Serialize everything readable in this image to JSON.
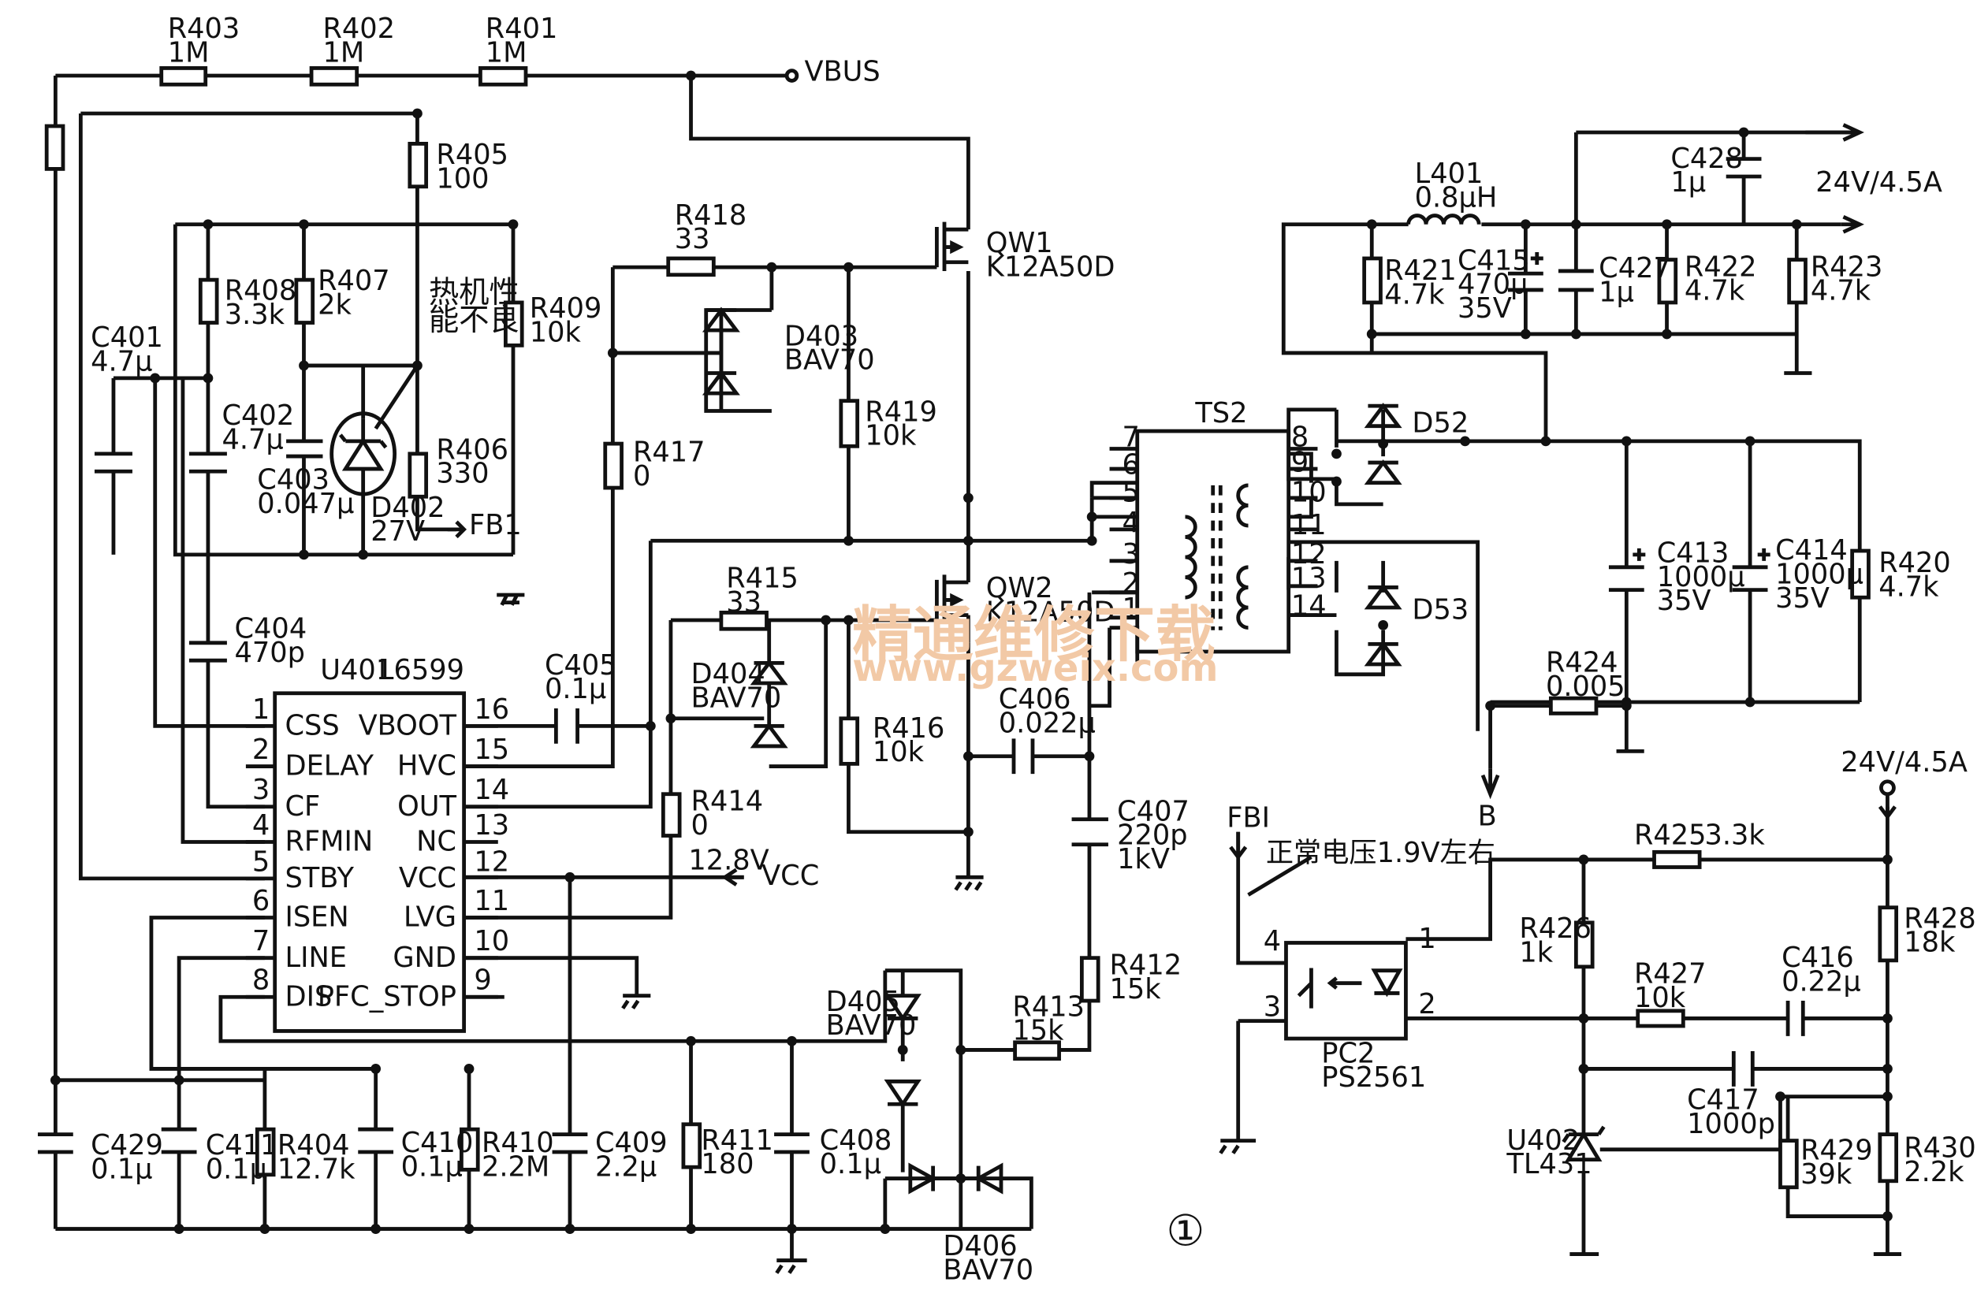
{
  "figure_number": "①",
  "watermark": {
    "cn": "精通维修下载",
    "url": "www.gzweix.com"
  },
  "annotations": {
    "hot_fault": [
      "热机性",
      "能不良"
    ],
    "normal_voltage": "正常电压1.9V左右",
    "vbus": "VBUS",
    "vcc": "VCC",
    "vcc_voltage": "12.8V",
    "fb1_left": "FB1",
    "fb1_right": "FBI",
    "output_top": "24V/4.5A",
    "output_right": "24V/4.5A",
    "node_b": "B"
  },
  "ic": {
    "ref": "U401",
    "part": "L6599",
    "left_pins": [
      {
        "num": "1",
        "name": "CSS"
      },
      {
        "num": "2",
        "name": "DELAY"
      },
      {
        "num": "3",
        "name": "CF"
      },
      {
        "num": "4",
        "name": "RFMIN"
      },
      {
        "num": "5",
        "name": "STBY"
      },
      {
        "num": "6",
        "name": "ISEN"
      },
      {
        "num": "7",
        "name": "LINE"
      },
      {
        "num": "8",
        "name": "DIS"
      }
    ],
    "right_pins": [
      {
        "num": "16",
        "name": "VBOOT"
      },
      {
        "num": "15",
        "name": "HVC"
      },
      {
        "num": "14",
        "name": "OUT"
      },
      {
        "num": "13",
        "name": "NC"
      },
      {
        "num": "12",
        "name": "VCC"
      },
      {
        "num": "11",
        "name": "LVG"
      },
      {
        "num": "10",
        "name": "GND"
      },
      {
        "num": "9",
        "name": "PFC_STOP"
      }
    ]
  },
  "transformer": {
    "ref": "TS2",
    "primary_pins": [
      "7",
      "6",
      "5",
      "4",
      "3",
      "2",
      "1"
    ],
    "secondary_pins": [
      "8",
      "9",
      "10",
      "11",
      "12",
      "13",
      "14"
    ]
  },
  "optocoupler": {
    "ref": "PC2",
    "part": "PS2561",
    "pins": [
      "4",
      "3",
      "1",
      "2"
    ]
  },
  "regulator": {
    "ref": "U402",
    "part": "TL431"
  },
  "components": {
    "R403": {
      "ref": "R403",
      "value": "1M"
    },
    "R402": {
      "ref": "R402",
      "value": "1M"
    },
    "R401": {
      "ref": "R401",
      "value": "1M"
    },
    "R405": {
      "ref": "R405",
      "value": "100"
    },
    "R408": {
      "ref": "R408",
      "value": "3.3k"
    },
    "R407": {
      "ref": "R407",
      "value": "2k"
    },
    "R409": {
      "ref": "R409",
      "value": "10k"
    },
    "R406": {
      "ref": "R406",
      "value": "330"
    },
    "C401": {
      "ref": "C401",
      "value": "4.7μ"
    },
    "C402": {
      "ref": "C402",
      "value": "4.7μ"
    },
    "C403": {
      "ref": "C403",
      "value": "0.047μ"
    },
    "D402": {
      "ref": "D402",
      "value": "27V"
    },
    "C404": {
      "ref": "C404",
      "value": "470p"
    },
    "R418": {
      "ref": "R418",
      "value": "33"
    },
    "D403": {
      "ref": "D403",
      "value": "BAV70"
    },
    "R417": {
      "ref": "R417",
      "value": "0"
    },
    "R419": {
      "ref": "R419",
      "value": "10k"
    },
    "QW1": {
      "ref": "QW1",
      "value": "K12A50D"
    },
    "QW2": {
      "ref": "QW2",
      "value": "K12A50D"
    },
    "R415": {
      "ref": "R415",
      "value": "33"
    },
    "D404": {
      "ref": "D404",
      "value": "BAV70"
    },
    "R416": {
      "ref": "R416",
      "value": "10k"
    },
    "C405": {
      "ref": "C405",
      "value": "0.1μ"
    },
    "R414": {
      "ref": "R414",
      "value": "0"
    },
    "C406": {
      "ref": "C406",
      "value": "0.022μ"
    },
    "C407": {
      "ref": "C407",
      "value": "220p",
      "rating": "1kV"
    },
    "R412": {
      "ref": "R412",
      "value": "15k"
    },
    "R413": {
      "ref": "R413",
      "value": "15k"
    },
    "D405": {
      "ref": "D405",
      "value": "BAV70"
    },
    "D406": {
      "ref": "D406",
      "value": "BAV70"
    },
    "C429": {
      "ref": "C429",
      "value": "0.1μ"
    },
    "C411": {
      "ref": "C411",
      "value": "0.1μ"
    },
    "R404": {
      "ref": "R404",
      "value": "12.7k"
    },
    "C410": {
      "ref": "C410",
      "value": "0.1μ"
    },
    "R410": {
      "ref": "R410",
      "value": "2.2M"
    },
    "C409": {
      "ref": "C409",
      "value": "2.2μ"
    },
    "R411": {
      "ref": "R411",
      "value": "180"
    },
    "C408": {
      "ref": "C408",
      "value": "0.1μ"
    },
    "L401": {
      "ref": "L401",
      "value": "0.8μH"
    },
    "C428": {
      "ref": "C428",
      "value": "1μ"
    },
    "R421": {
      "ref": "R421",
      "value": "4.7k"
    },
    "C415": {
      "ref": "C415",
      "value": "470μ",
      "rating": "35V"
    },
    "C427": {
      "ref": "C427",
      "value": "1μ"
    },
    "R422": {
      "ref": "R422",
      "value": "4.7k"
    },
    "R423": {
      "ref": "R423",
      "value": "4.7k"
    },
    "D52": {
      "ref": "D52",
      "value": ""
    },
    "D53": {
      "ref": "D53",
      "value": ""
    },
    "C413": {
      "ref": "C413",
      "value": "1000μ",
      "rating": "35V"
    },
    "C414": {
      "ref": "C414",
      "value": "1000μ",
      "rating": "35V"
    },
    "R420": {
      "ref": "R420",
      "value": "4.7k"
    },
    "R424": {
      "ref": "R424",
      "value": "0.005"
    },
    "R425": {
      "ref": "R425",
      "value": "3.3k"
    },
    "R426": {
      "ref": "R426",
      "value": "1k"
    },
    "R427": {
      "ref": "R427",
      "value": "10k"
    },
    "C416": {
      "ref": "C416",
      "value": "0.22μ"
    },
    "R428": {
      "ref": "R428",
      "value": "18k"
    },
    "C417": {
      "ref": "C417",
      "value": "1000p"
    },
    "R429": {
      "ref": "R429",
      "value": "39k"
    },
    "R430": {
      "ref": "R430",
      "value": "2.2k"
    }
  }
}
